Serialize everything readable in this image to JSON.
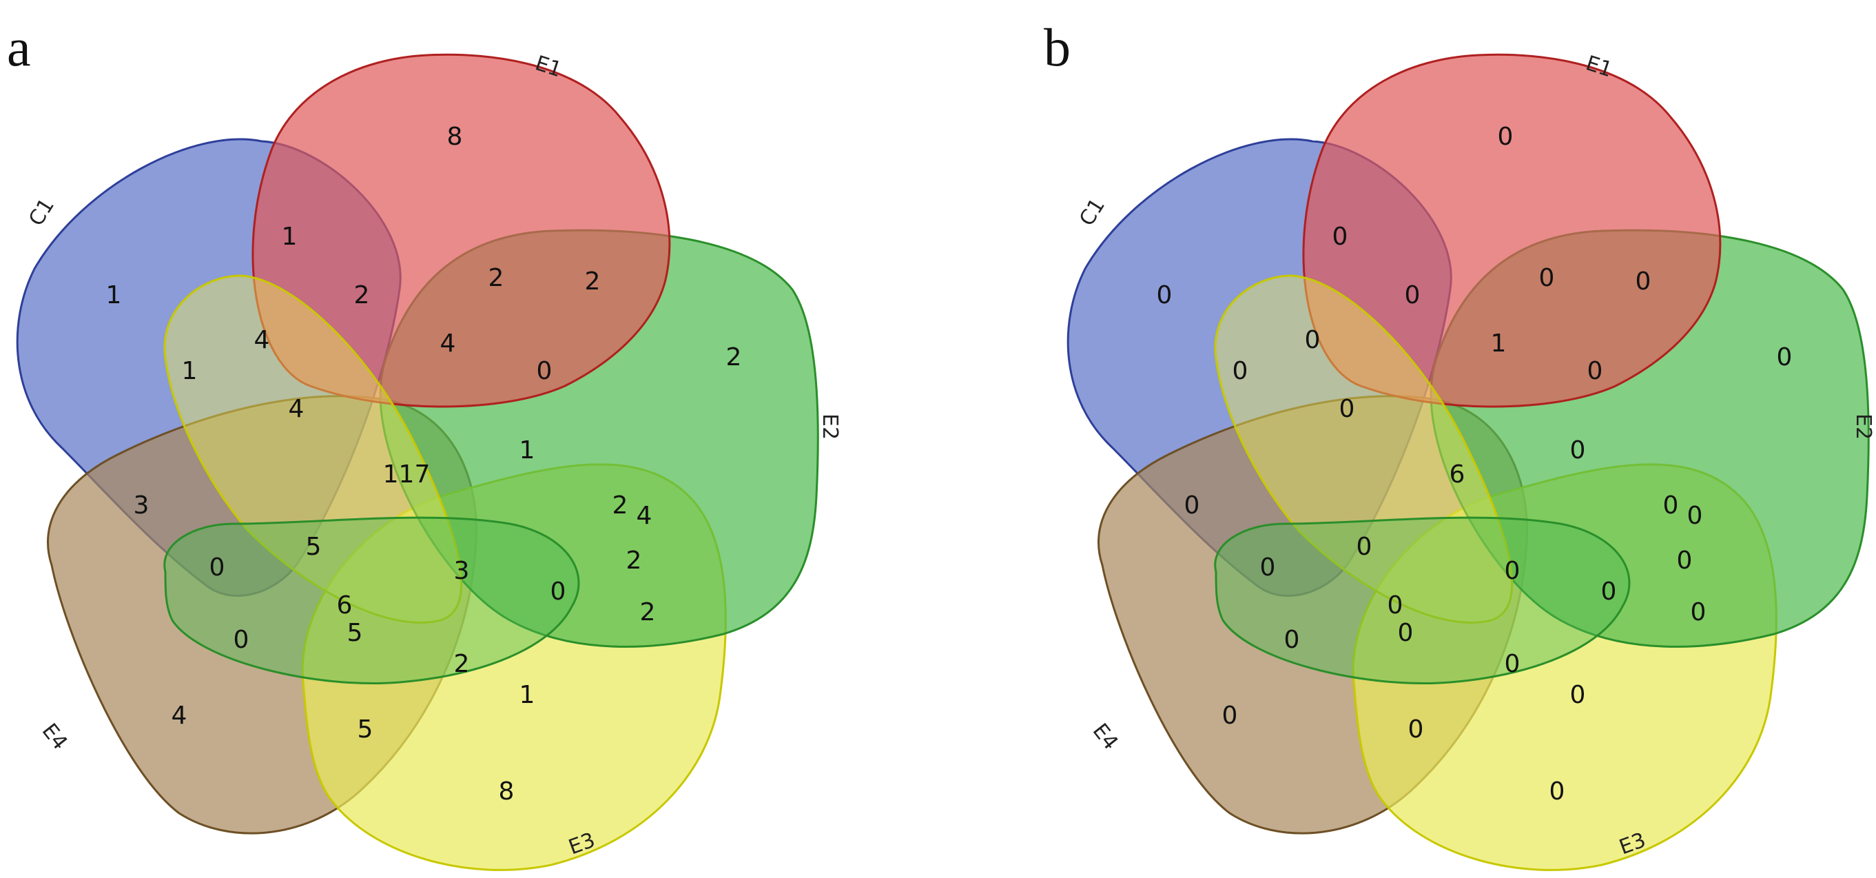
{
  "sets": [
    {
      "id": "C1",
      "label": "C1",
      "fill": "#5a72c8",
      "stroke": "#2e3f9a"
    },
    {
      "id": "E1",
      "label": "E1",
      "fill": "#df5a5a",
      "stroke": "#b02020"
    },
    {
      "id": "E2",
      "label": "E2",
      "fill": "#4fbb4f",
      "stroke": "#2a8f2a"
    },
    {
      "id": "E3",
      "label": "E3",
      "fill": "#eaea5a",
      "stroke": "#c8c800"
    },
    {
      "id": "E4",
      "label": "E4",
      "fill": "#a8895c",
      "stroke": "#6e5026"
    }
  ],
  "panels": [
    {
      "letter": "a",
      "counts": [
        "8",
        "2",
        "2",
        "8",
        "4",
        "1",
        "1",
        "2",
        "4",
        "6",
        "3",
        "0",
        "0",
        "5",
        "5",
        "5",
        "2",
        "1",
        "3",
        "0",
        "2",
        "2",
        "1",
        "0",
        "1",
        "4",
        "4",
        "2",
        "117",
        "4",
        "2"
      ]
    },
    {
      "letter": "b",
      "counts": [
        "0",
        "0",
        "0",
        "0",
        "0",
        "0",
        "0",
        "0",
        "0",
        "0",
        "0",
        "0",
        "0",
        "0",
        "0",
        "0",
        "0",
        "0",
        "0",
        "0",
        "0",
        "0",
        "0",
        "0",
        "0",
        "0",
        "0",
        "0",
        "6",
        "1",
        "0"
      ]
    }
  ]
}
